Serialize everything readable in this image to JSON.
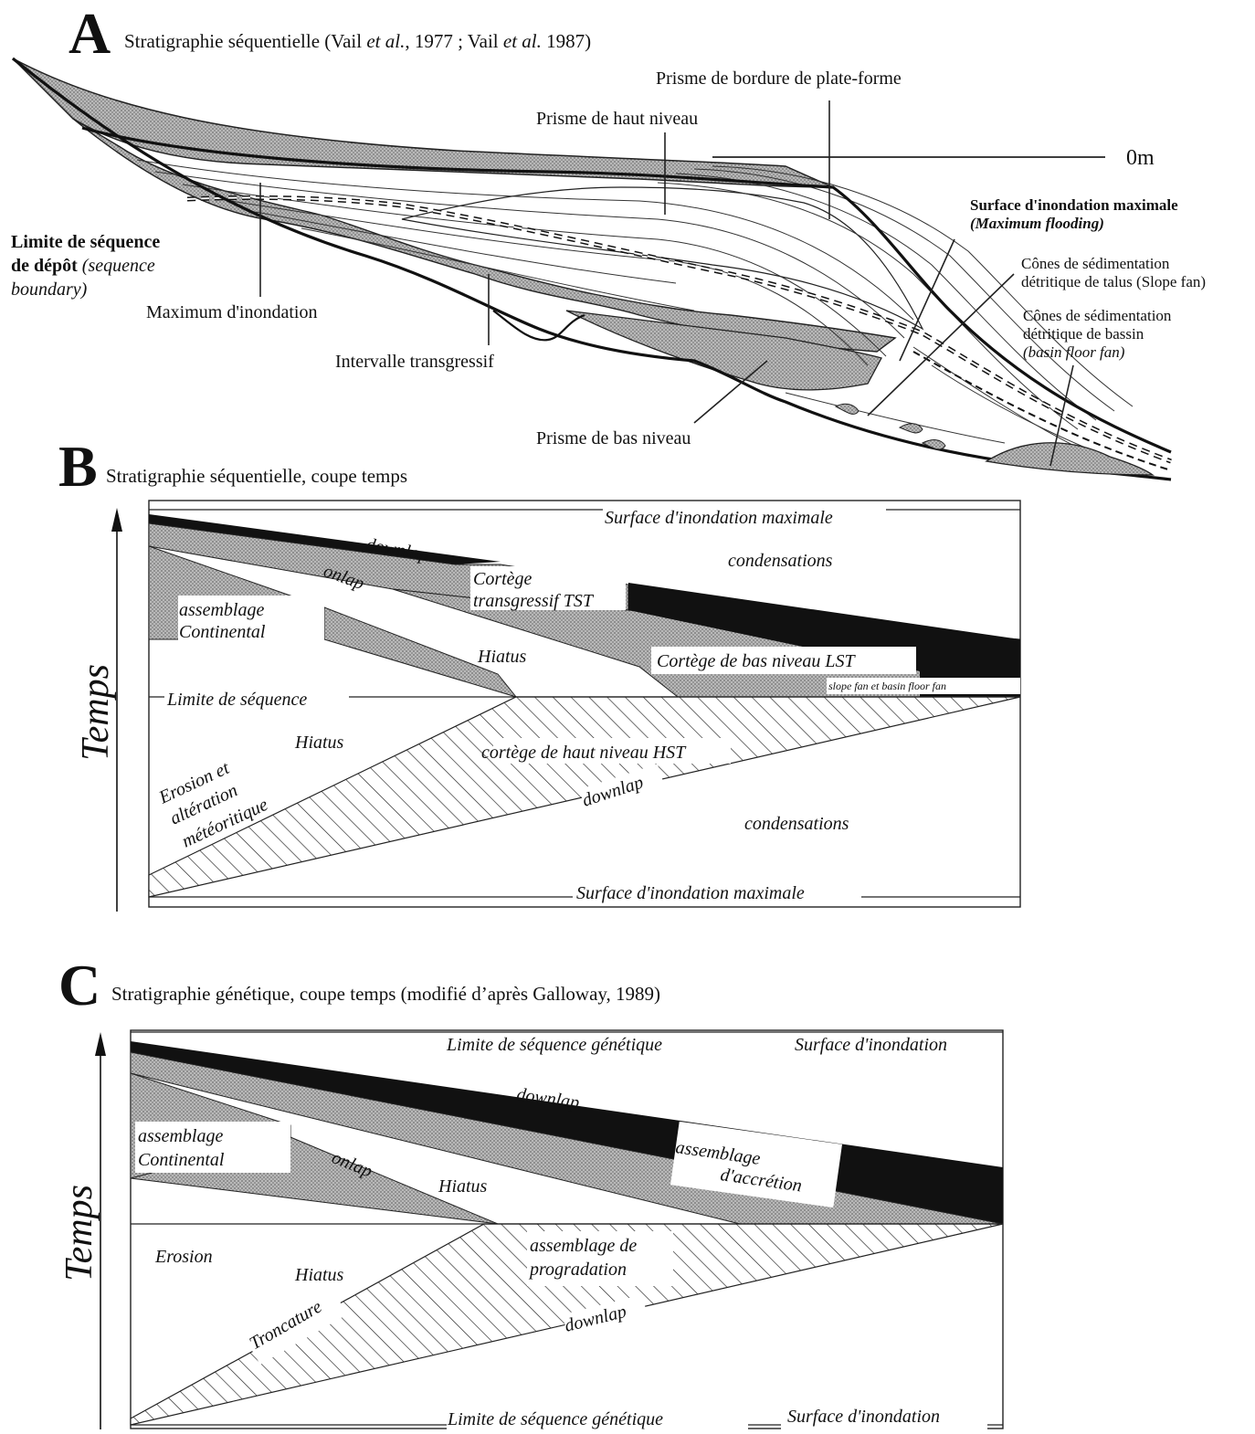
{
  "panel_a": {
    "letter": "A",
    "title_pre": "Stratigraphie séquentielle (Vail ",
    "title_etal1": "et al.",
    "title_mid": ", 1977 ; Vail ",
    "title_etal2": "et al.",
    "title_post": " 1987)",
    "labels": {
      "prisme_bordure": "Prisme de bordure de plate-forme",
      "prisme_haut": "Prisme de haut niveau",
      "sea_level": "0m",
      "smf_bold": "Surface d'inondation maximale",
      "smf_en": "(Maximum flooding)",
      "limite_line1": "Limite de séquence",
      "limite_line2_bold": "de dépôt",
      "limite_line2_it": "(sequence",
      "limite_line3_it": "boundary)",
      "max_inondation": "Maximum d'inondation",
      "intervalle": "Intervalle transgressif",
      "prisme_bas": "Prisme de bas niveau",
      "slope_fan_l1": "Cônes de sédimentation",
      "slope_fan_l2": "détritique de talus (Slope fan)",
      "basin_fan_l1": "Cônes de sédimentation",
      "basin_fan_l2": "détritique de bassin",
      "basin_fan_l3": "(basin floor fan)"
    }
  },
  "panel_b": {
    "letter": "B",
    "title": "Stratigraphie séquentielle, coupe temps",
    "axis": "Temps",
    "labels": {
      "smf_top": "Surface d'inondation maximale",
      "downlap_top": "downlap",
      "condensations_top": "condensations",
      "onlap": "onlap",
      "cortege_tst_1": "Cortège",
      "cortege_tst_2": "transgressif TST",
      "assemblage_1": "assemblage",
      "assemblage_2": "Continental",
      "hiatus_top": "Hiatus",
      "cortege_lst": "Cortège de bas niveau LST",
      "fans": "slope fan et  basin floor fan",
      "limite": "Limite de séquence",
      "hiatus_bottom": "Hiatus",
      "hst": "cortège de haut niveau HST",
      "erosion_1": "Erosion et",
      "erosion_2": "altération",
      "erosion_3": "météoritique",
      "downlap_bottom": "downlap",
      "condensations_bottom": "condensations",
      "smf_bottom": "Surface d'inondation maximale"
    }
  },
  "panel_c": {
    "letter": "C",
    "title": "Stratigraphie génétique, coupe temps  (modifié d’après Galloway, 1989)",
    "axis": "Temps",
    "labels": {
      "limite_top": "Limite de séquence génétique",
      "surface_top": "Surface d'inondation",
      "downlap_top": "downlap",
      "assemblage_1": "assemblage",
      "assemblage_2": "Continental",
      "onlap": "onlap",
      "hiatus_top": "Hiatus",
      "accretion_1": "assemblage",
      "accretion_2": "d'accrétion",
      "erosion": "Erosion",
      "hiatus_bottom": "Hiatus",
      "progradation_1": "assemblage de",
      "progradation_2": "progradation",
      "troncature": "Troncature",
      "downlap_bottom": "downlap",
      "limite_bottom": "Limite de séquence génétique",
      "surface_bottom": "Surface d'inondation"
    }
  },
  "colors": {
    "stipple": "#a8a8a8",
    "black": "#111111",
    "line": "#222222"
  }
}
